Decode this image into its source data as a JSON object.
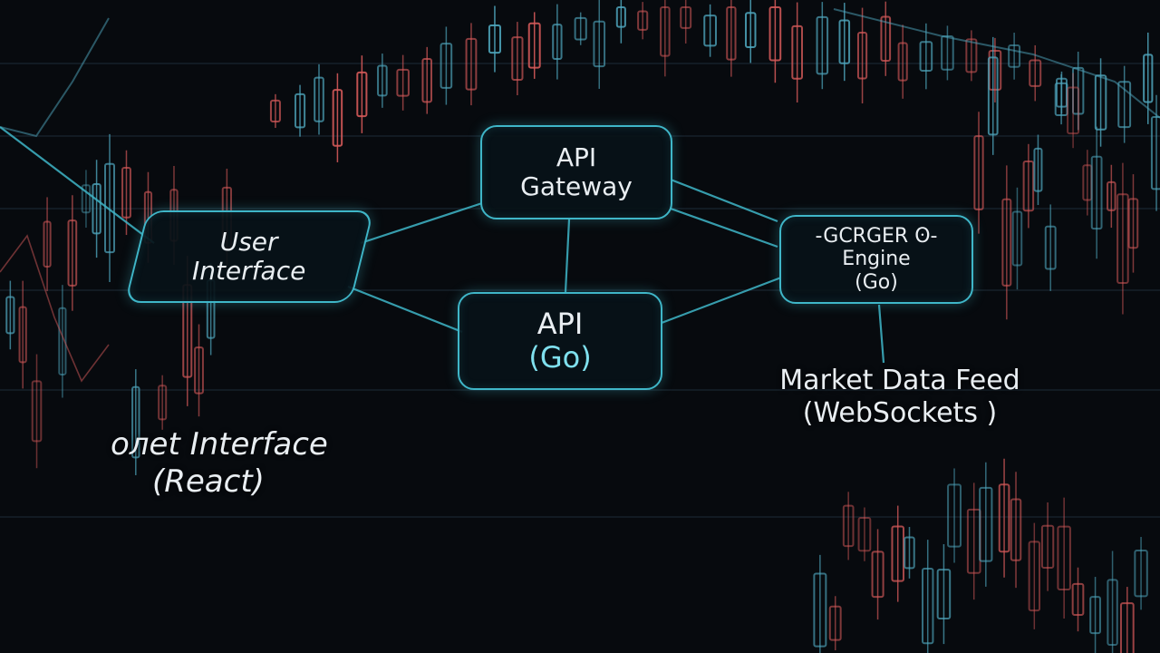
{
  "nodes": {
    "user_interface": {
      "line1": "User",
      "line2": "Interface"
    },
    "api_gateway": {
      "line1": "API",
      "line2": "Gateway"
    },
    "api_go": {
      "line1": "API",
      "line2": "(Go)"
    },
    "order_engine": {
      "line1": "-GCRGER ʘ-",
      "line2": "Engine",
      "line3": "(Go)"
    }
  },
  "labels": {
    "market_data_feed": {
      "line1": "Market Data Feed",
      "line2": "(WebSockets )"
    },
    "frontend_interface": {
      "line1": "oлet Interface",
      "line2": "(React)"
    }
  },
  "colors": {
    "accent": "#3fb6c8",
    "candle_up": "#4fa6bd",
    "candle_down": "#d65a5a",
    "background": "#070a0e"
  }
}
